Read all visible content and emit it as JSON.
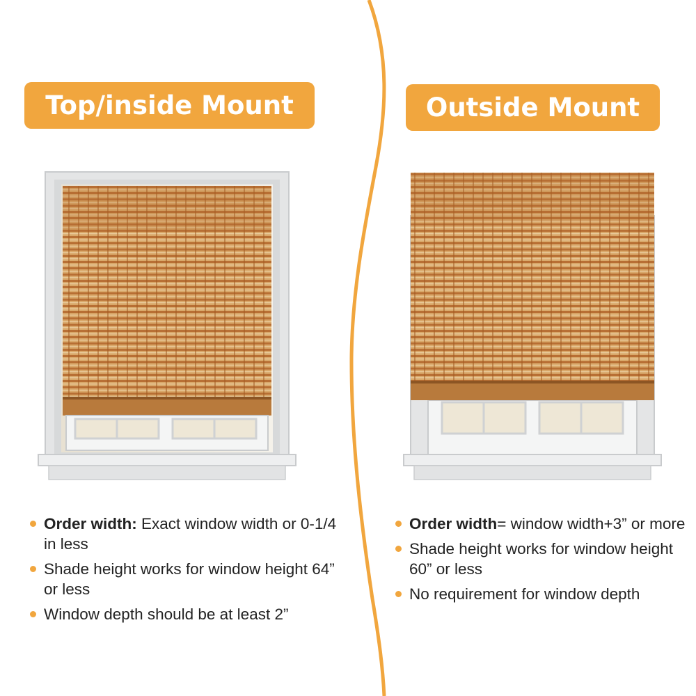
{
  "accent_color": "#f1a63e",
  "left": {
    "title": "Top/inside Mount",
    "notes": [
      {
        "bold": "Order width:",
        "text": " Exact window width or 0-1/4 in less"
      },
      {
        "bold": "",
        "text": "Shade height works for window height 64”  or less"
      },
      {
        "bold": "",
        "text": "Window depth should be at least 2”"
      }
    ]
  },
  "right": {
    "title": "Outside Mount",
    "notes": [
      {
        "bold": "Order width",
        "text": "= window width+3” or more"
      },
      {
        "bold": "",
        "text": "Shade height works for window height 60”  or less"
      },
      {
        "bold": "",
        "text": "No requirement for window depth"
      }
    ]
  }
}
